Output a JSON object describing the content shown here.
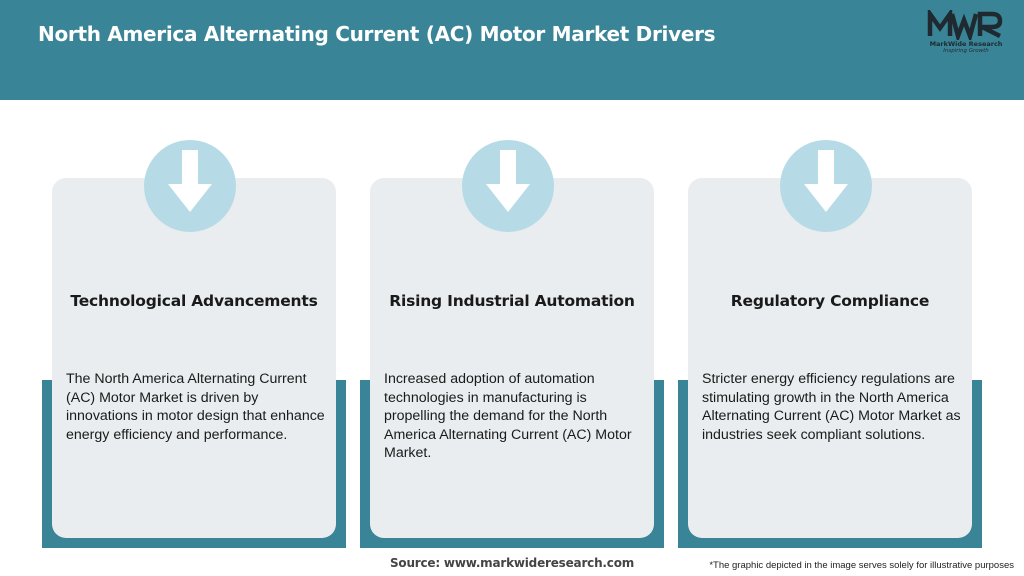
{
  "header": {
    "title": "North America Alternating Current (AC) Motor Market Drivers",
    "background_color": "#3a8497"
  },
  "logo": {
    "mark": "MWR",
    "name": "MarkWide Research",
    "tagline": "Inspiring Growth",
    "icon": "markwide-logo"
  },
  "cards": [
    {
      "icon": "arrow-down-icon",
      "title": "Technological Advancements",
      "body": "The North America Alternating Current (AC) Motor Market is driven by innovations in motor design that enhance energy efficiency and performance."
    },
    {
      "icon": "arrow-down-icon",
      "title": "Rising Industrial Automation",
      "body": "Increased adoption of automation technologies in manufacturing is propelling the demand for the North America Alternating Current (AC) Motor Market."
    },
    {
      "icon": "arrow-down-icon",
      "title": "Regulatory Compliance",
      "body": "Stricter energy efficiency regulations are stimulating growth in the North America Alternating Current (AC) Motor Market as industries seek compliant solutions."
    }
  ],
  "footer": {
    "source": "Source: www.markwideresearch.com",
    "disclaimer": "*The graphic depicted in the image serves solely for illustrative purposes"
  },
  "colors": {
    "accent": "#3a8497",
    "card_bg": "#e9edef",
    "icon_circle": "#b7dbe6"
  }
}
